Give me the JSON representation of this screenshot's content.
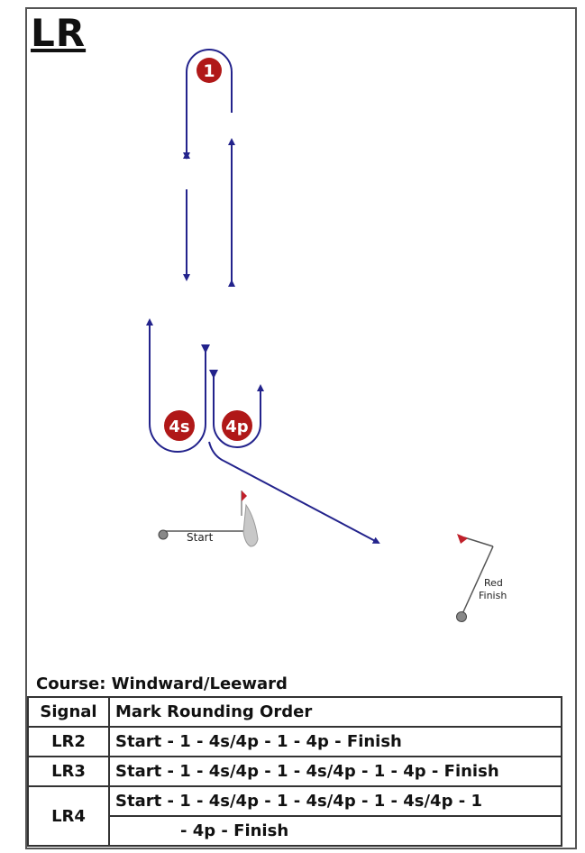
{
  "title": "LR",
  "course": "Course: Windward/Leeward",
  "marks": {
    "mark_1": "1",
    "mark_4s": "4s",
    "mark_4p": "4p",
    "start_label": "Start",
    "finish_label_1": "Red",
    "finish_label_2": "Finish"
  },
  "colors": {
    "route": "#23238c",
    "mark": "#b01818",
    "flag": "#c0202a"
  },
  "table": {
    "headers": [
      "Signal",
      "Mark Rounding Order"
    ],
    "rows": [
      {
        "signal": "LR2",
        "order": [
          "Start - 1 - 4s/4p - 1 - 4p - Finish"
        ]
      },
      {
        "signal": "LR3",
        "order": [
          "Start - 1 - 4s/4p - 1 - 4s/4p - 1 - 4p - Finish"
        ]
      },
      {
        "signal": "LR4",
        "order": [
          "Start - 1 - 4s/4p - 1 - 4s/4p - 1 - 4s/4p - 1",
          "- 4p - Finish"
        ]
      }
    ]
  }
}
